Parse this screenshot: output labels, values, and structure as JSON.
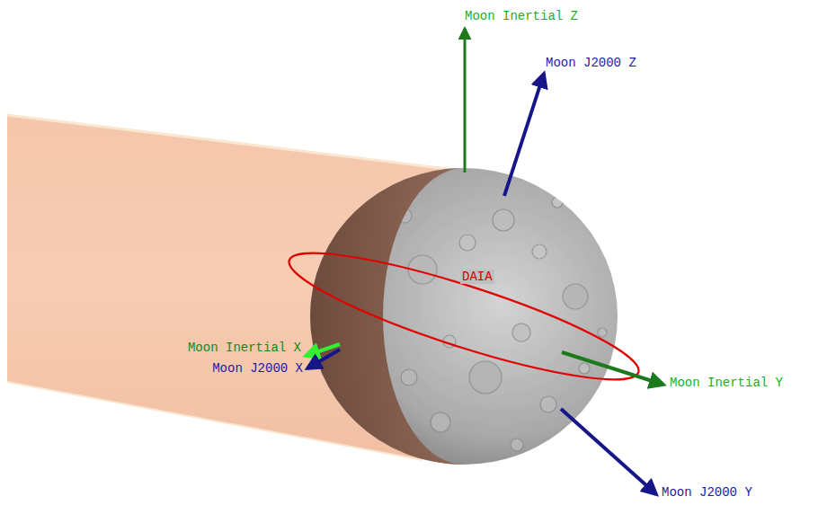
{
  "diagram": {
    "labels": [
      "Moon Inertial Z",
      "Moon J2000 Z",
      "DAIA",
      "Moon Inertial X",
      "Moon J2000 X",
      "Moon Inertial Y",
      "Moon J2000 Y"
    ]
  }
}
